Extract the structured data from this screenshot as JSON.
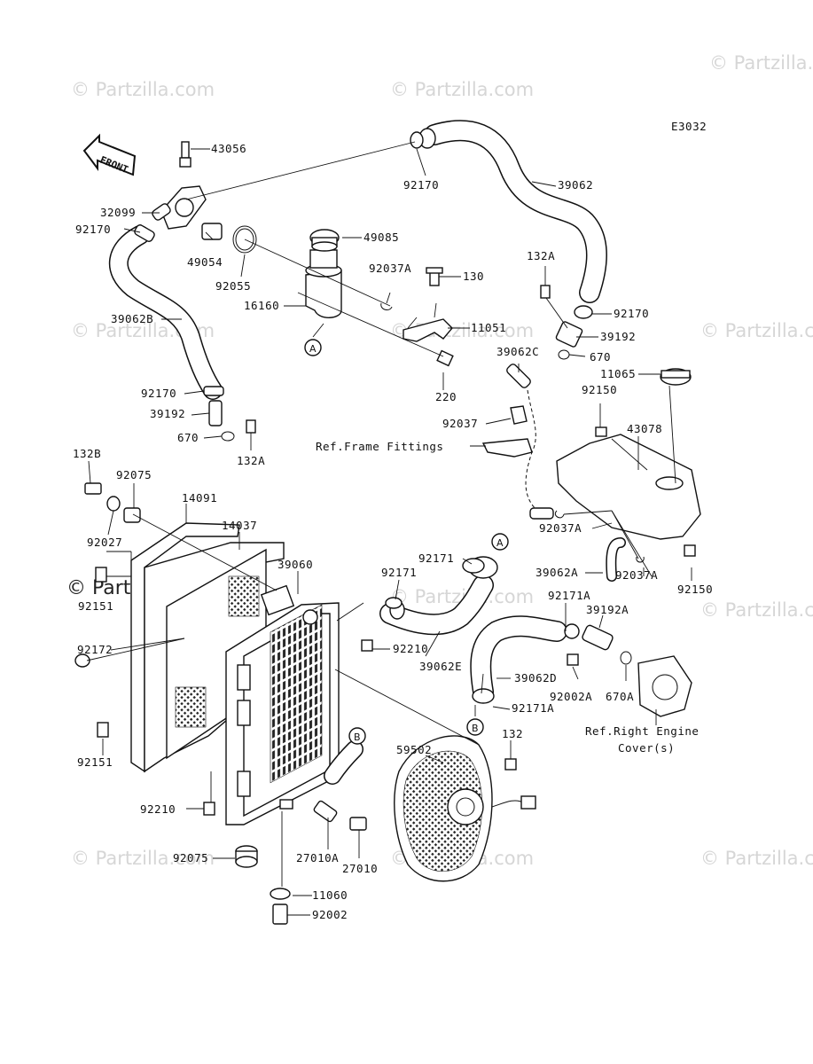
{
  "diagram_code": "E3032",
  "front_label": "FRONT",
  "watermark": "© Partzilla.com",
  "callout_a": "A",
  "callout_b": "B",
  "labels": {
    "p43056": "43056",
    "p32099": "32099",
    "p92170_a": "92170",
    "p92170_top": "92170",
    "p39062": "39062",
    "p49054": "49054",
    "p92055": "92055",
    "p49085": "49085",
    "p92037A_a": "92037A",
    "p130": "130",
    "p16160": "16160",
    "p11051": "11051",
    "p39062B": "39062B",
    "p132A_top": "132A",
    "p92170_r": "92170",
    "p39192_r": "39192",
    "p670_r": "670",
    "p39062C": "39062C",
    "p11065": "11065",
    "p220": "220",
    "p92170_l": "92170",
    "p39192_l": "39192",
    "p670_l": "670",
    "p132A_l": "132A",
    "p92150_top": "92150",
    "p92037": "92037",
    "p43078": "43078",
    "ref_frame": "Ref.Frame Fittings",
    "p132B": "132B",
    "p92075_top": "92075",
    "p14091": "14091",
    "p14037": "14037",
    "p92027": "92027",
    "p39060": "39060",
    "p92171_a": "92171",
    "p92171_b": "92171",
    "p92037A_b": "92037A",
    "p39062A": "39062A",
    "p92037A_c": "92037A",
    "p92150_r": "92150",
    "p92151_a": "92151",
    "p92171A_a": "92171A",
    "p39192A": "39192A",
    "p92210_a": "92210",
    "p92172": "92172",
    "p39062E": "39062E",
    "p39062D": "39062D",
    "p92002A": "92002A",
    "p670A": "670A",
    "p92171A_b": "92171A",
    "ref_engine_1": "Ref.Right Engine",
    "ref_engine_2": "Cover(s)",
    "p132": "132",
    "p59502": "59502",
    "p92151_b": "92151",
    "p92210_b": "92210",
    "p92075_b": "92075",
    "p27010A": "27010A",
    "p27010": "27010",
    "p11060": "11060",
    "p92002": "92002"
  }
}
